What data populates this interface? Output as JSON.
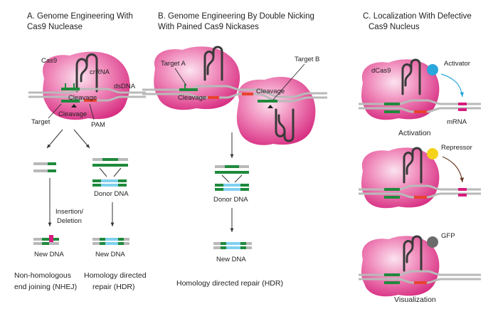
{
  "panel_a": {
    "title_line1": "A. Genome Engineering With",
    "title_line2": "Cas9 Nuclease",
    "cas9": "Cas9",
    "crrna": "crRNA",
    "dsdna": "dsDNA",
    "cleavage_top": "Cleavage",
    "cleavage_bottom": "Cleavage",
    "target": "Target",
    "pam": "PAM",
    "donor_dna": "Donor DNA",
    "insertion_line1": "Insertion/",
    "insertion_line2": "Deletion",
    "new_dna_left": "New DNA",
    "new_dna_right": "New DNA",
    "nhej_line1": "Non-homologous",
    "nhej_line2": "end joining (NHEJ)",
    "hdr_line1": "Homology directed",
    "hdr_line2": "repair (HDR)"
  },
  "panel_b": {
    "title_line1": "B. Genome Engineering By Double Nicking",
    "title_line2": "With Pained Cas9 Nickases",
    "target_a": "Target A",
    "target_b": "Target B",
    "cleavage_left": "Cleavage",
    "cleavage_right": "Cleavage",
    "donor_dna": "Donor DNA",
    "new_dna": "New DNA",
    "caption": "Homology directed repair (HDR)"
  },
  "panel_c": {
    "title_line1": "C. Localization With Defective",
    "title_line2": "Cas9 Nucleus",
    "dcas9": "dCas9",
    "activator": "Activator",
    "mrna": "mRNA",
    "activation": "Activation",
    "repressor": "Repressor",
    "gfp": "GFP",
    "visualization": "Visualization"
  },
  "colors": {
    "cas9_light": "#f3b8d4",
    "cas9_dark": "#d6277e",
    "dna_gray": "#b9b9b9",
    "target_green": "#1f8a3c",
    "pam_red": "#e8432e",
    "donor_blue": "#7fd0ee",
    "marker_magenta": "#d81b7d",
    "activator_blue": "#2aa7dc",
    "repressor_yellow": "#f4d21a",
    "gfp_gray": "#6b6b6b",
    "crrna_dark": "#3a3a3a"
  }
}
